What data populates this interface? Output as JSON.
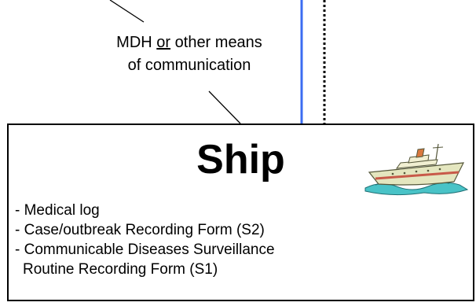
{
  "connector_label": {
    "part1": "MDH ",
    "part2_underlined": "or",
    "part3": " other means",
    "line2": "of communication"
  },
  "ship_box": {
    "title": "Ship",
    "items": [
      "- Medical log",
      "- Case/outbreak Recording Form (S2)",
      "- Communicable Diseases Surveillance",
      "Routine Recording Form (S1)"
    ]
  },
  "icons": {
    "ship": "ship-icon"
  },
  "colors": {
    "blue_line": "#3b6cf2",
    "dotted_line": "#000000"
  }
}
